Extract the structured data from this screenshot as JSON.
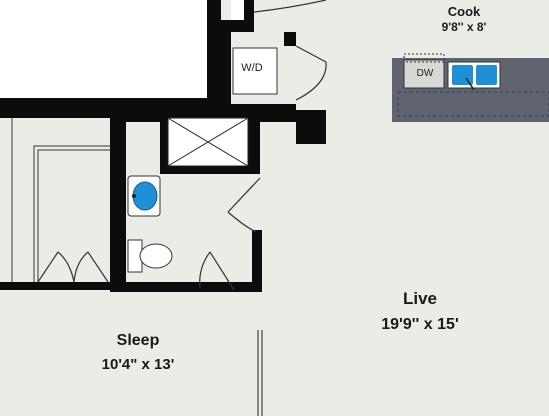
{
  "rooms": {
    "cook": {
      "name": "Cook",
      "dimensions": "9'8'' x 8'"
    },
    "live": {
      "name": "Live",
      "dimensions": "19'9'' x 15'"
    },
    "sleep": {
      "name": "Sleep",
      "dimensions": "10'4\" x 13'"
    }
  },
  "fixtures": {
    "washer_dryer": "W/D",
    "dishwasher": "DW"
  },
  "colors": {
    "floor": "#ecece6",
    "wall": "#0c0c0c",
    "counter": "#5f6470",
    "sink_water": "#1f8fd6",
    "fixture_fill": "#ffffff"
  }
}
